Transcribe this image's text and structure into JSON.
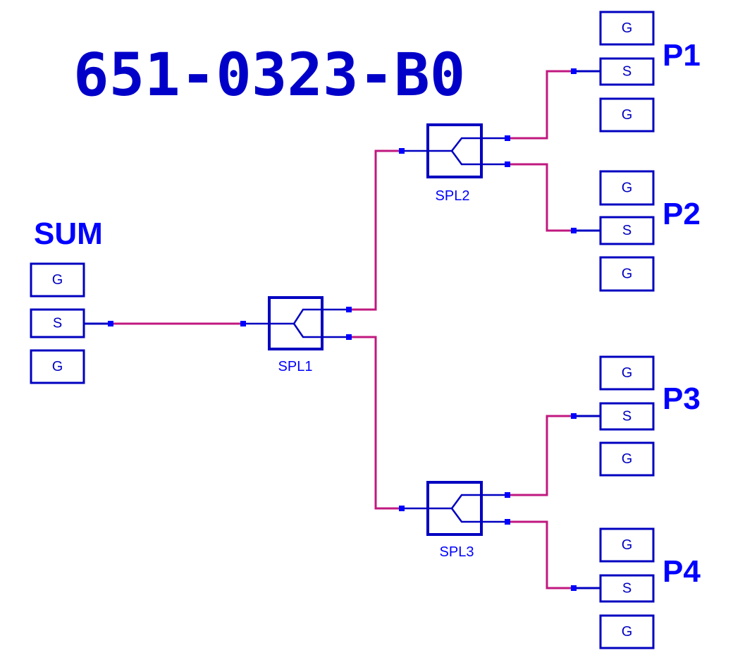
{
  "title": "651-0323-B0",
  "colors": {
    "title": "#0000C8",
    "label": "#0000FF",
    "component_stroke": "#0000C0",
    "pin": "#0000FF",
    "wire": "#C0187F"
  },
  "ports": [
    {
      "id": "sum",
      "label": "SUM",
      "pads": [
        "G",
        "S",
        "G"
      ]
    },
    {
      "id": "p1",
      "label": "P1",
      "pads": [
        "G",
        "S",
        "G"
      ]
    },
    {
      "id": "p2",
      "label": "P2",
      "pads": [
        "G",
        "S",
        "G"
      ]
    },
    {
      "id": "p3",
      "label": "P3",
      "pads": [
        "G",
        "S",
        "G"
      ]
    },
    {
      "id": "p4",
      "label": "P4",
      "pads": [
        "G",
        "S",
        "G"
      ]
    }
  ],
  "splitters": [
    {
      "id": "spl1",
      "label": "SPL1"
    },
    {
      "id": "spl2",
      "label": "SPL2"
    },
    {
      "id": "spl3",
      "label": "SPL3"
    }
  ],
  "connections": [
    {
      "from": "SUM.S",
      "to": "SPL1.in"
    },
    {
      "from": "SPL1.out1",
      "to": "SPL2.in"
    },
    {
      "from": "SPL1.out2",
      "to": "SPL3.in"
    },
    {
      "from": "SPL2.out1",
      "to": "P1.S"
    },
    {
      "from": "SPL2.out2",
      "to": "P2.S"
    },
    {
      "from": "SPL3.out1",
      "to": "P3.S"
    },
    {
      "from": "SPL3.out2",
      "to": "P4.S"
    }
  ]
}
